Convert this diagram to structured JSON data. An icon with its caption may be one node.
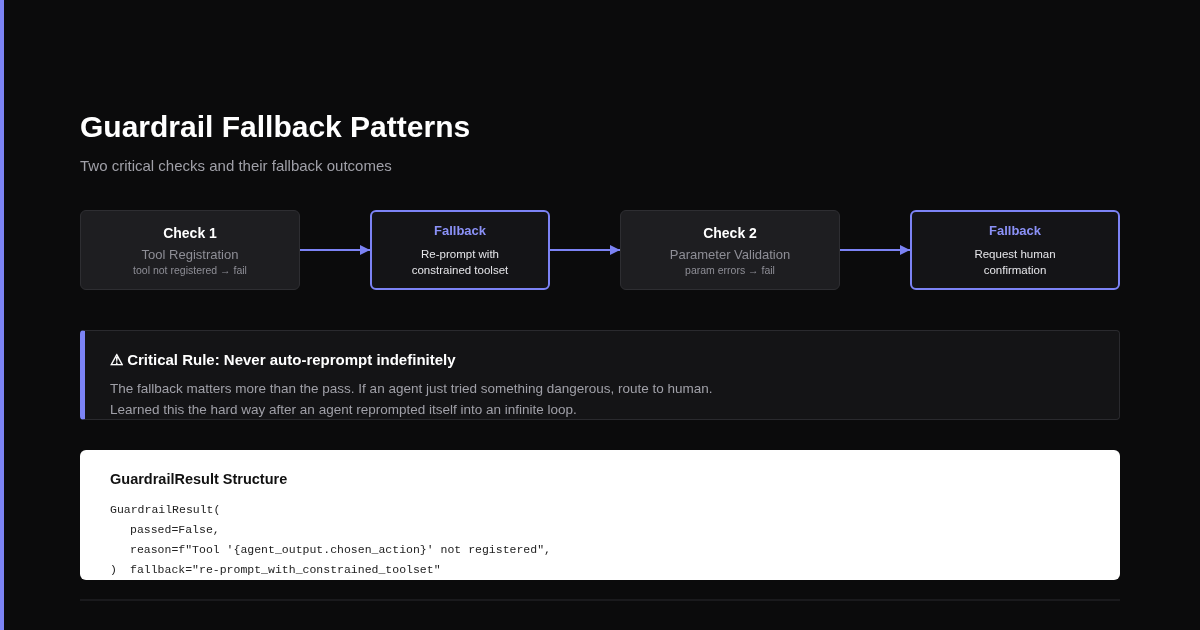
{
  "diagram": {
    "title": "Guardrail Fallback Patterns",
    "caption": "Two critical checks and their fallback outcomes",
    "nodes": [
      {
        "text": [
          "Check 1",
          "Tool Registration",
          "tool not registered → fail"
        ]
      },
      {
        "text": [
          "Fallback",
          "Re-prompt with constrained toolset"
        ]
      },
      {
        "text": [
          "Check 2",
          "Parameter Validation",
          "param errors → fail"
        ]
      },
      {
        "text": [
          "Fallback",
          "Request human confirmation"
        ]
      },
      {
        "text": [
          "⚠ Critical Rule: Never auto-reprompt indefinitely",
          "The fallback matters more than the pass. If an agent just tried something dangerous, route to human.",
          "Learned this the hard way after an agent reprompted itself into an infinite loop."
        ]
      },
      {
        "text": [
          "GuardrailResult Structure",
          "GuardrailResult(",
          "passed=False,",
          "reason=f\"Tool '{agent_output.chosen_action}' not registered\",",
          ")",
          "fallback=\"re-prompt_with_constrained_toolset\""
        ]
      }
    ],
    "edges": [
      {
        "from": 0,
        "to": 1,
        "arrow": "to"
      },
      {
        "from": 1,
        "to": 2,
        "arrow": "to"
      },
      {
        "from": 2,
        "to": 3,
        "arrow": "to"
      }
    ]
  }
}
